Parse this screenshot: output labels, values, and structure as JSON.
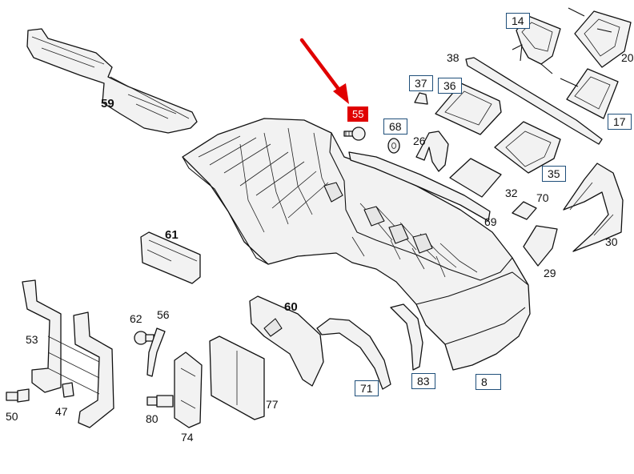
{
  "accent_color": "#e00000",
  "label_box_color": "#1f4f7a",
  "highlighted_part": "55",
  "labels": {
    "p59": "59",
    "p61": "61",
    "p60": "60",
    "p53": "53",
    "p50": "50",
    "p47": "47",
    "p62": "62",
    "p56": "56",
    "p80": "80",
    "p74": "74",
    "p77": "77",
    "p71": "71",
    "p83": "83",
    "p8": "8",
    "p55": "55",
    "p68": "68",
    "p26": "26",
    "p37": "37",
    "p36": "36",
    "p38": "38",
    "p14": "14",
    "p20": "20",
    "p17": "17",
    "p35": "35",
    "p32": "32",
    "p70": "70",
    "p69": "69",
    "p29": "29",
    "p30": "30"
  },
  "icons": {
    "pointer_arrow": "red-arrow-icon"
  }
}
